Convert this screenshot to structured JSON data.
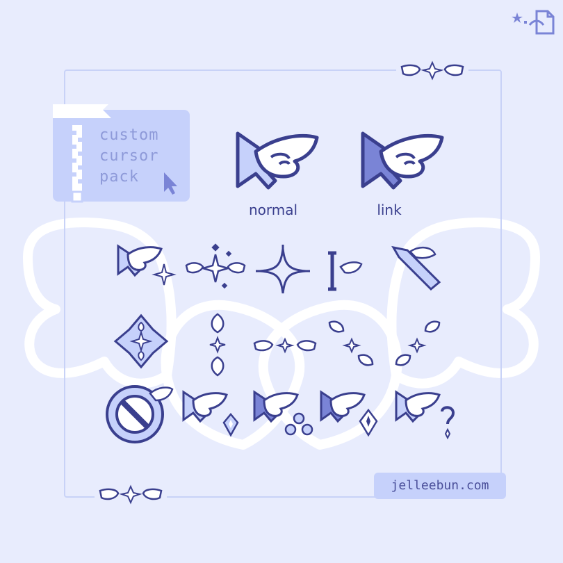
{
  "folder": {
    "lines": [
      "custom",
      "cursor",
      "pack"
    ]
  },
  "cursors": {
    "normal_label": "normal",
    "link_label": "link"
  },
  "footer": {
    "site": "jelleebun.com"
  },
  "colors": {
    "background": "#e8ecfd",
    "outline": "#3a3f8e",
    "fill": "#c6d1fb",
    "accent": "#7a84d6",
    "white": "#ffffff"
  },
  "icons": [
    "share-icon",
    "wing-cursor-icon",
    "sparkle-icon",
    "text-beam-icon",
    "pen-icon",
    "move-icon",
    "resize-icon",
    "unavailable-icon",
    "busy-icon",
    "help-icon"
  ]
}
